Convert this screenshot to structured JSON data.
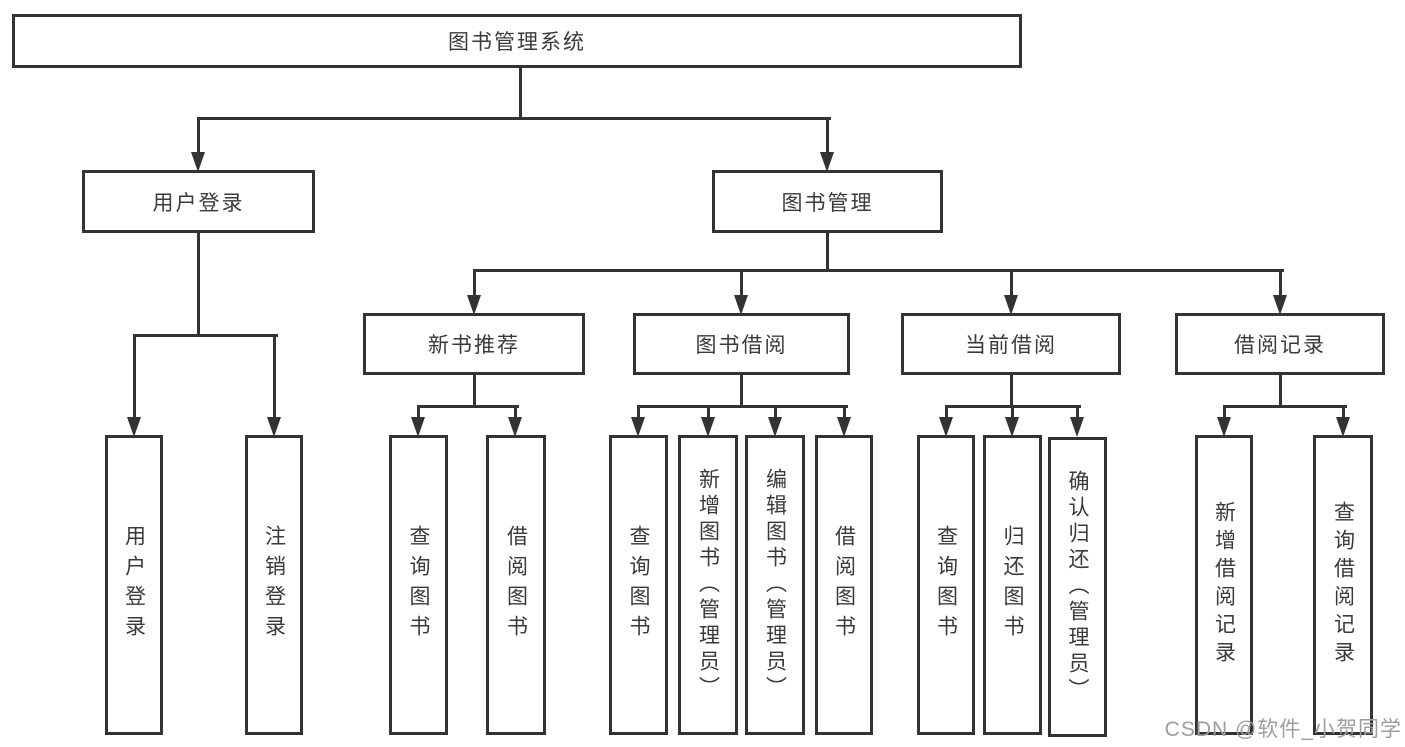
{
  "diagram": {
    "type": "hierarchy",
    "nodes": {
      "root": "图书管理系统",
      "user_login": "用户登录",
      "book_mgmt": "图书管理",
      "new_books": "新书推荐",
      "book_borrow": "图书借阅",
      "current_borrow": "当前借阅",
      "borrow_records": "借阅记录",
      "login": "用户登录",
      "logout": "注销登录",
      "nb_query": "查询图书",
      "nb_borrow": "借阅图书",
      "bb_query": "查询图书",
      "bb_add": "新增图书（管理员）",
      "bb_edit": "编辑图书（管理员）",
      "bb_borrow": "借阅图书",
      "cb_query": "查询图书",
      "cb_return": "归还图书",
      "cb_confirm": "确认归还（管理员）",
      "br_add": "新增借阅记录",
      "br_query": "查询借阅记录"
    },
    "hierarchy": {
      "图书管理系统": [
        "用户登录",
        "图书管理"
      ],
      "用户登录": [
        "用户登录",
        "注销登录"
      ],
      "图书管理": [
        "新书推荐",
        "图书借阅",
        "当前借阅",
        "借阅记录"
      ],
      "新书推荐": [
        "查询图书",
        "借阅图书"
      ],
      "图书借阅": [
        "查询图书",
        "新增图书（管理员）",
        "编辑图书（管理员）",
        "借阅图书"
      ],
      "当前借阅": [
        "查询图书",
        "归还图书",
        "确认归还（管理员）"
      ],
      "借阅记录": [
        "新增借阅记录",
        "查询借阅记录"
      ]
    },
    "colors": {
      "line": "#333333",
      "text": "#3a3a3a",
      "box_background": "#ffffff",
      "page_background": "#ffffff"
    }
  },
  "watermark": {
    "text": "CSDN @软件_小贺同学",
    "color": "#9e9e9e"
  }
}
